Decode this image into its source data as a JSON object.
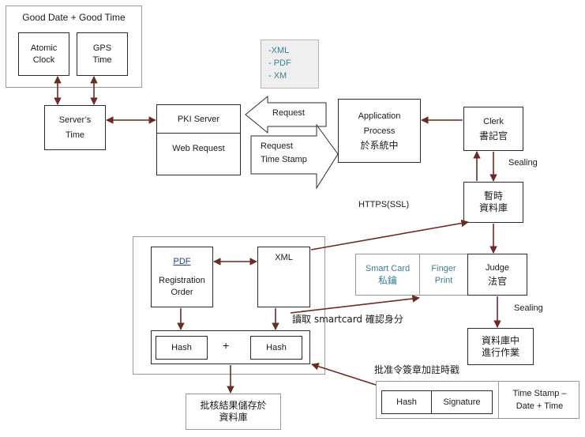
{
  "good_group": {
    "title": "Good Date + Good Time"
  },
  "atomic_clock": {
    "line1": "Atomic",
    "line2": "Clock"
  },
  "gps_time": {
    "line1": "GPS",
    "line2": "Time"
  },
  "servers_time": {
    "line1": "Server’s",
    "line2": "Time"
  },
  "pki_server": {
    "top": "PKI Server",
    "bottom": "Web Request"
  },
  "formats_note": {
    "item1": "-XML",
    "item2": "- PDF",
    "item3": "- XM"
  },
  "request_arrow": {
    "label": "Request"
  },
  "timestamp_arrow": {
    "line1": "Request",
    "line2": "Time Stamp"
  },
  "application_process": {
    "line1": "Application",
    "line2": "Process",
    "line3": "於系統中"
  },
  "clerk": {
    "line1": "Clerk",
    "line2": "書記官"
  },
  "sealing_1": "Sealing",
  "temp_db": {
    "line1": "暫時",
    "line2": "資料庫"
  },
  "https_label": "HTTPS(SSL)",
  "smart_card": {
    "line1": "Smart Card",
    "line2": "私鑰"
  },
  "finger_print": {
    "line1": "Finger",
    "line2": "Print"
  },
  "judge": {
    "line1": "Judge",
    "line2": "法官"
  },
  "sealing_2": "Sealing",
  "db_working": {
    "line1": "資料庫中",
    "line2": "進行作業"
  },
  "pdf_box": {
    "title": "PDF",
    "line1": "Registration",
    "line2": "Order"
  },
  "xml_box": {
    "title": "XML"
  },
  "read_smartcard": "讀取 smartcard 確認身分",
  "hash_pair": {
    "left": "Hash",
    "plus": "+",
    "right": "Hash"
  },
  "approve_sign": "批准令簽章加註時戳",
  "signed_block": {
    "hash": "Hash",
    "signature": "Signature",
    "ts_line1": "Time Stamp –",
    "ts_line2": "Date + Time"
  },
  "store_result": {
    "line1": "批核結果儲存於",
    "line2": "資料庫"
  },
  "colors": {
    "arrow": "#6b2a22",
    "teal_text": "#3a7f95",
    "note_bg": "#efefef"
  }
}
